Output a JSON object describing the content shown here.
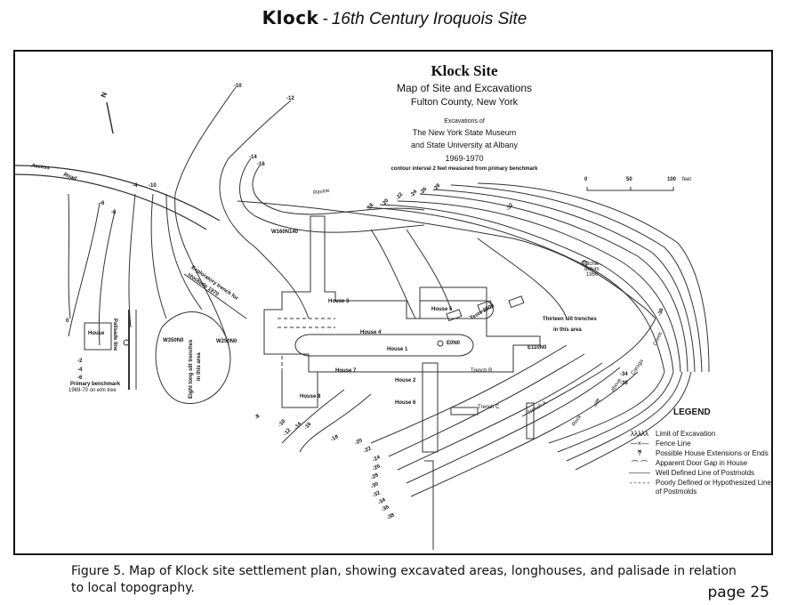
{
  "page": {
    "title_bold": "Klock",
    "title_separator": "-",
    "title_rest": "16th Century Iroquois Site",
    "caption": "Figure 5. Map of Klock site settlement plan, showing excavated areas, longhouses, and palisade in relation to local topography.",
    "page_number": "page 25"
  },
  "map": {
    "header": {
      "title": "Klock Site",
      "subtitle": "Map of Site and Excavations",
      "location": "Fulton County, New York",
      "excavations_of": "Excavations of",
      "institution_1": "The New York State Museum",
      "institution_2": "and State University at Albany",
      "years": "1969-1970",
      "contour_note": "contour interval 2 feet measured from primary benchmark"
    },
    "north_arrow": "N",
    "scale_bar": {
      "ticks": [
        "0",
        "50",
        "100"
      ],
      "unit": "feet"
    },
    "labels": {
      "access_road_1": "Access",
      "access_road_2": "Road",
      "ravine": "Ravine",
      "house_outside": "House",
      "palisade": "Palisade line",
      "primary_benchmark_1": "Primary benchmark",
      "primary_benchmark_2": "1969-70 on elm tree",
      "eight_trenches_1": "Eight long slit trenches",
      "eight_trenches_2": "in this area",
      "exploratory_1": "Exploratory trench for",
      "exploratory_2": "stockade 1970",
      "w350n0": "W350N0",
      "w250n0": "W250N0",
      "w160n140": "W160N140",
      "e0n0": "E0N0",
      "e110n0": "E110N0",
      "ritchie_datum_1": "Ritchie",
      "ritchie_datum_2": "datum",
      "ritchie_datum_3": "1950",
      "tests_2000": "Tests 2000",
      "thirteen_trenches_1": "Thirteen slit trenches",
      "thirteen_trenches_2": "in this area",
      "trench_b": "Trench B",
      "trench_c": "Trench C",
      "trench_a": "Trench A",
      "rock_cliff": [
        "Rock",
        "cliff",
        "above",
        "Caroga",
        "Creek"
      ],
      "houses": [
        "House 1",
        "House 2",
        "House 3",
        "House 4",
        "House 5",
        "House 6",
        "House 7",
        "House 8"
      ]
    },
    "contours": {
      "west": [
        "0",
        "-2",
        "-4",
        "-6",
        "-8"
      ],
      "north_top": [
        "-10",
        "-12",
        "-14",
        "-16"
      ],
      "north_east": [
        "-18",
        "-20",
        "-22",
        "-24",
        "-26",
        "-28",
        "-32"
      ],
      "south": [
        "-8",
        "-10",
        "-12",
        "-14",
        "-16",
        "-18",
        "-20",
        "-22",
        "-24",
        "-26",
        "-28",
        "-30",
        "-32",
        "-34",
        "-36",
        "-38"
      ],
      "east": [
        "-34",
        "-36",
        "-36"
      ],
      "road": [
        "-4",
        "-6",
        "-8",
        "-10"
      ]
    },
    "legend": {
      "title": "LEGEND",
      "items": [
        {
          "symbol": "λλλλλ",
          "label": "Limit of Excavation"
        },
        {
          "symbol": "—×—×",
          "label": "Fence Line"
        },
        {
          "symbol": "?",
          "label": "Possible House Extensions or Ends"
        },
        {
          "symbol": "⌒ ⌒",
          "label": "Apparent Door Gap in House"
        },
        {
          "symbol": "———",
          "label": "Well Defined Line of Postmolds"
        },
        {
          "symbol": "- - - - -",
          "label": "Poorly Defined or Hypothesized Line of Postmolds"
        }
      ]
    }
  }
}
